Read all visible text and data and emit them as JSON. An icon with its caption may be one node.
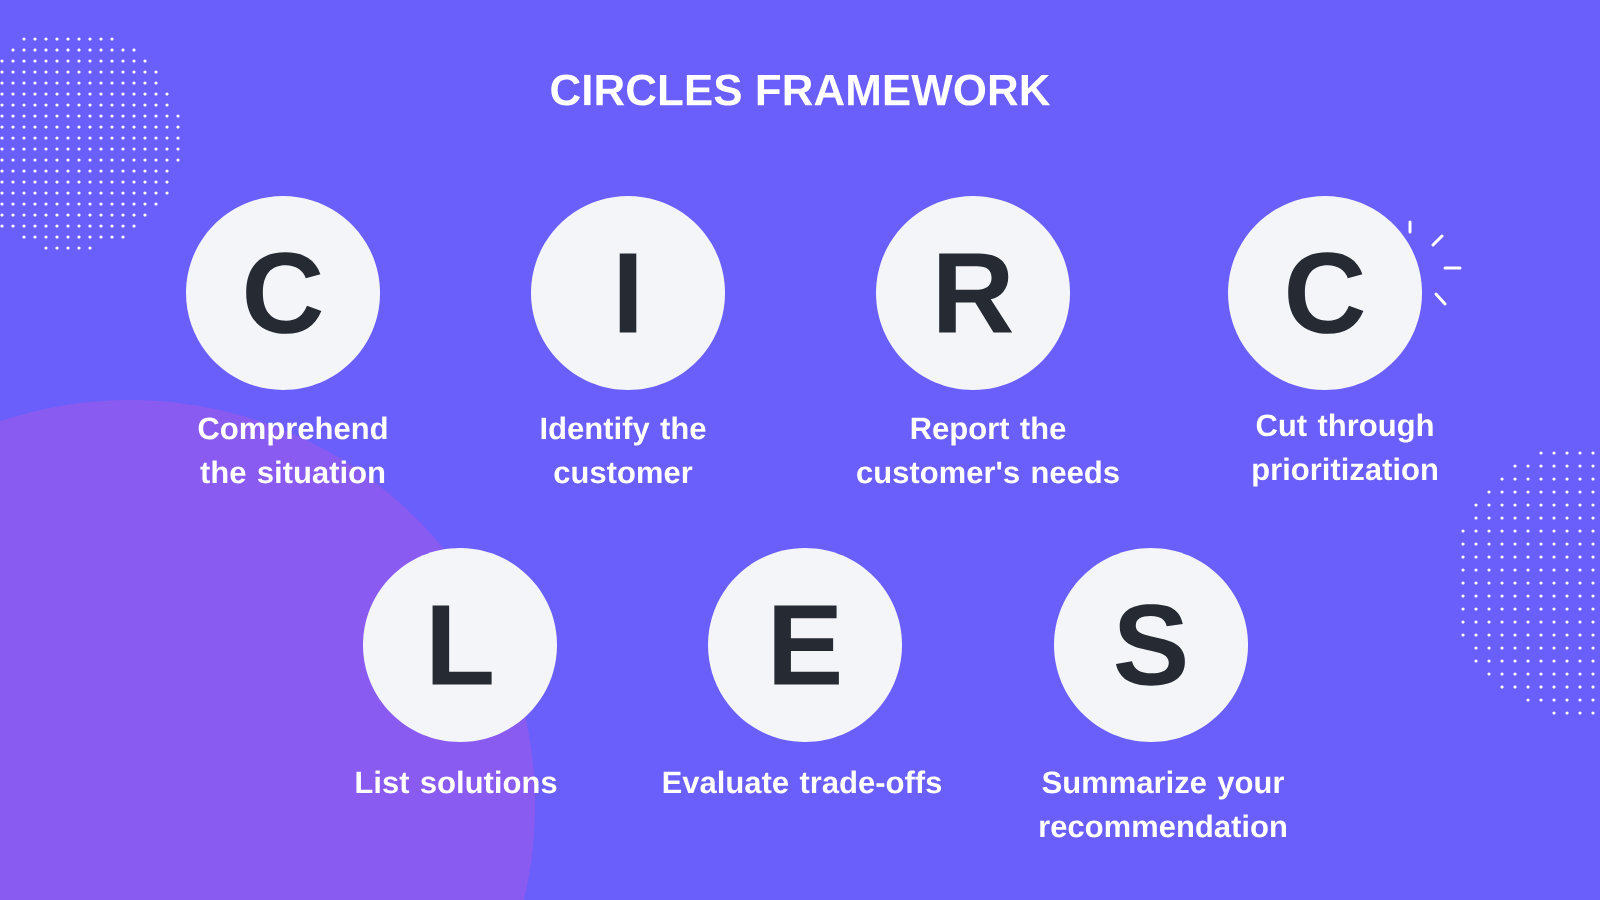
{
  "diagram": {
    "title": "CIRCLES FRAMEWORK",
    "nodes": [
      {
        "text": [
          "C"
        ],
        "beside": [
          "Comprehend the situation"
        ]
      },
      {
        "text": [
          "I"
        ],
        "beside": [
          "Identify the customer"
        ]
      },
      {
        "text": [
          "R"
        ],
        "beside": [
          "Report the customer's needs"
        ]
      },
      {
        "text": [
          "C"
        ],
        "beside": [
          "Cut through prioritization"
        ]
      },
      {
        "text": [
          "L"
        ],
        "beside": [
          "List solutions"
        ]
      },
      {
        "text": [
          "E"
        ],
        "beside": [
          "Evaluate trade-offs"
        ]
      },
      {
        "text": [
          "S"
        ],
        "beside": [
          "Summarize your recommendation"
        ]
      }
    ]
  }
}
